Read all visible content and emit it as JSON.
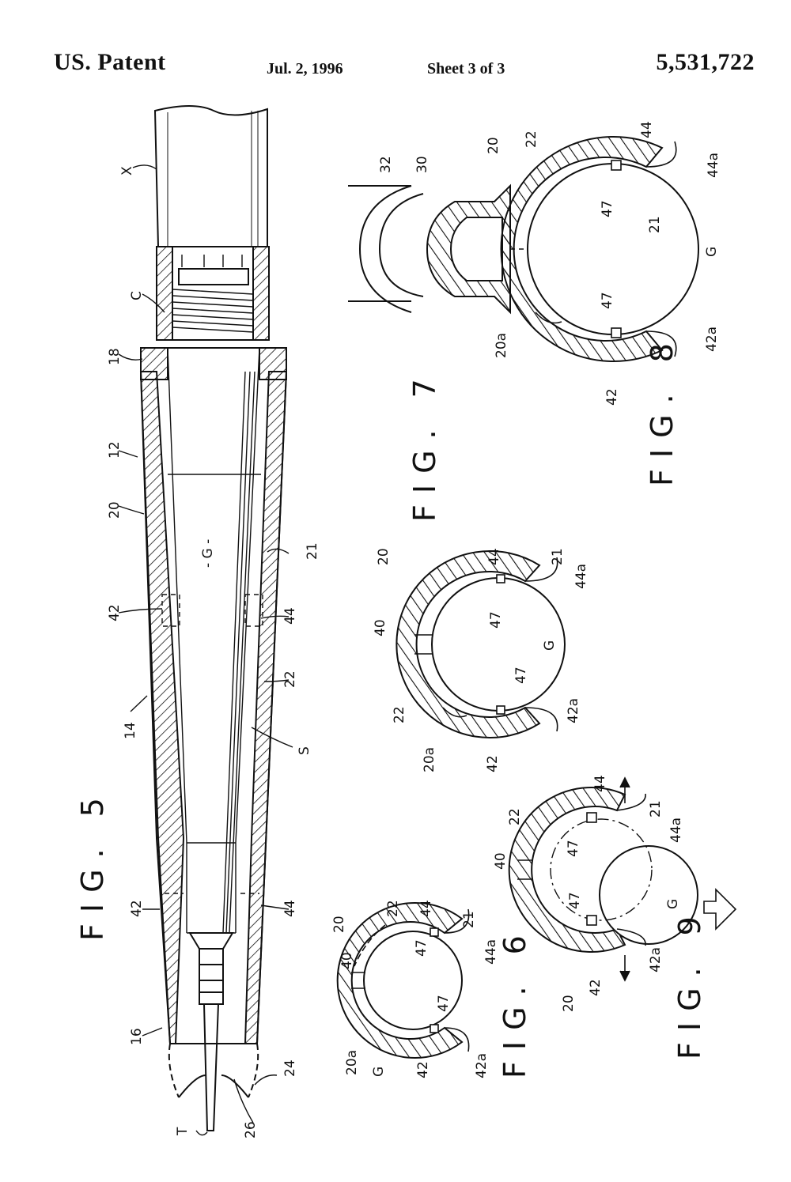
{
  "header": {
    "left": "US. Patent",
    "date": "Jul. 2, 1996",
    "sheet": "Sheet 3 of 3",
    "number": "5,531,722"
  },
  "figures": {
    "fig5": {
      "title": "FIG. 5",
      "labels": {
        "X": "X",
        "C": "C",
        "n18": "18",
        "n12": "12",
        "n20": "20",
        "n42a": "42",
        "n14": "14",
        "n42b": "42",
        "n16": "16",
        "T": "T",
        "n26": "26",
        "n24": "24",
        "n44b": "44",
        "S": "S",
        "n22": "22",
        "n44a": "44",
        "n21": "21",
        "G": "- G -"
      }
    },
    "fig6": {
      "title": "FIG. 6",
      "labels": {
        "n20": "20",
        "n22": "22",
        "n44": "44",
        "n21": "21",
        "n40": "40",
        "n47a": "47",
        "n44a": "44a",
        "n47b": "47",
        "n20a": "20a",
        "G": "G",
        "n42": "42",
        "n42a": "42a"
      }
    },
    "fig7": {
      "title": "FIG. 7",
      "labels": {
        "n20": "20",
        "n44": "44",
        "n21": "21",
        "n44a": "44a",
        "n40": "40",
        "n47a": "47",
        "G": "G",
        "n47b": "47",
        "n22": "22",
        "n20a": "20a",
        "n42": "42",
        "n42a": "42a"
      }
    },
    "fig8": {
      "title": "FIG. 8",
      "labels": {
        "n32": "32",
        "n30": "30",
        "n20": "20",
        "n22": "22",
        "n44": "44",
        "n44a": "44a",
        "n47a": "47",
        "n21": "21",
        "G": "G",
        "n47b": "47",
        "n20a": "20a",
        "n42": "42",
        "n42a": "42a"
      }
    },
    "fig9": {
      "title": "FIG. 9",
      "labels": {
        "n22": "22",
        "n44": "44",
        "n21": "21",
        "n44a": "44a",
        "n40": "40",
        "n47a": "47",
        "n47b": "47",
        "G": "G",
        "n42": "42",
        "n42a": "42a",
        "n20": "20"
      }
    }
  }
}
